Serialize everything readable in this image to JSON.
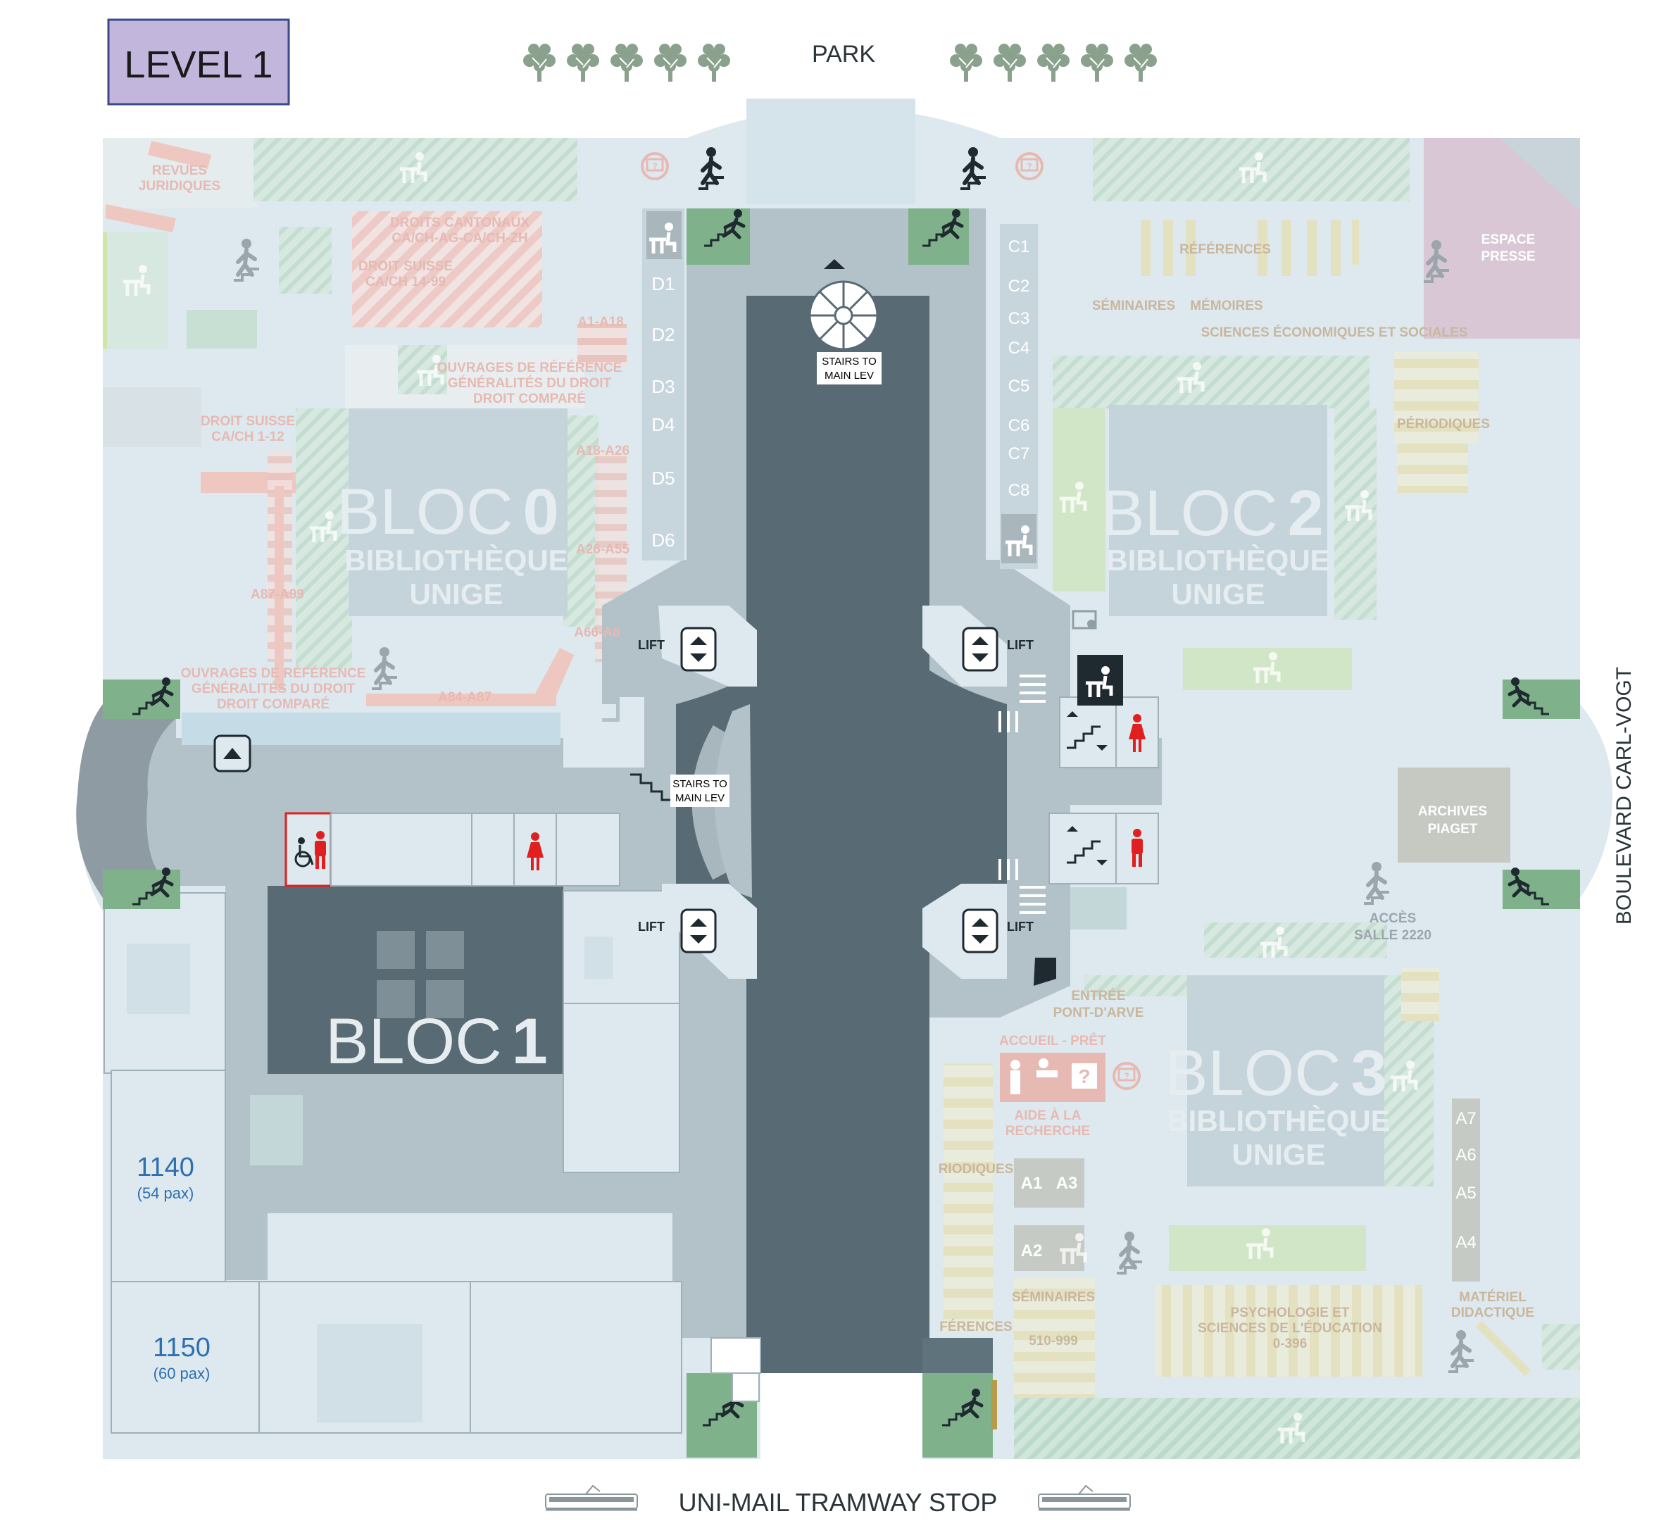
{
  "level_label": "LEVEL 1",
  "colors": {
    "floor_bg": "#dde9ef",
    "corridor": "#aebcc4",
    "dark_block": "#586a73",
    "stair_green": "#7fb28a",
    "restroom_red": "#e02020",
    "level_box": "#c3b6dc",
    "room_number": "#2e6fb0",
    "faded_label": "#e7b9b3"
  },
  "outside": {
    "park": "PARK",
    "tram_stop": "UNI-MAIL TRAMWAY STOP",
    "boulevard": "BOULEVARD  CARL-VOGT"
  },
  "blocs": {
    "bloc0": {
      "name": "BLOC",
      "num": "0",
      "line1": "BIBLIOTHÈQUE",
      "line2": "UNIGE"
    },
    "bloc1": {
      "name": "BLOC",
      "num": "1"
    },
    "bloc2": {
      "name": "BLOC",
      "num": "2",
      "line1": "BIBLIOTHÈQUE",
      "line2": "UNIGE"
    },
    "bloc3": {
      "name": "BLOC",
      "num": "3",
      "line1": "BIBLIOTHÈQUE",
      "line2": "UNIGE"
    }
  },
  "rooms": {
    "r1140": {
      "number": "1140",
      "capacity": "(54 pax)"
    },
    "r1150": {
      "number": "1150",
      "capacity": "(60 pax)"
    }
  },
  "stairs_labels": {
    "top": {
      "line1": "STAIRS TO",
      "line2": "MAIN LEV"
    },
    "middle": {
      "line1": "STAIRS TO",
      "line2": "MAIN LEV"
    }
  },
  "lift_label": "LIFT",
  "left_labels": {
    "revues": [
      "REVUES",
      "JURIDIQUES"
    ],
    "droits_cantonaux": [
      "DROITS CANTONAUX",
      "CA/CH-AG-CA/CH-ZH"
    ],
    "droit_suisse_14": [
      "DROIT SUISSE",
      "CA/CH 14-99"
    ],
    "a1_a18": "A1-A18",
    "ouvrages_top": [
      "OUVRAGES DE RÉFÉRENCE",
      "GÉNÉRALITÉS DU DROIT",
      "DROIT COMPARÉ"
    ],
    "droit_suisse_1": [
      "DROIT SUISSE",
      "CA/CH 1-12"
    ],
    "a18_a26": "A18-A26",
    "a26_a55": "A26-A55",
    "a87_a99": "A87-A99",
    "a66_a8": "A66-A8",
    "ouvrages_bottom": [
      "OUVRAGES DE RÉFÉRENCE",
      "GÉNÉRALITÉS DU DROIT",
      "DROIT COMPARÉ"
    ],
    "a84_a87": "A84-A87"
  },
  "shelves_left": [
    "D1",
    "D2",
    "D3",
    "D4",
    "D5",
    "D6"
  ],
  "shelves_right": [
    "C1",
    "C2",
    "C3",
    "C4",
    "C5",
    "C6",
    "C7",
    "C8"
  ],
  "shelves_bloc3": [
    "A7",
    "A6",
    "A5",
    "A4"
  ],
  "right_labels": {
    "references": "RÉFÉRENCES",
    "seminaires": "SÉMINAIRES",
    "memoires": "MÉMOIRES",
    "sciences_eco": "SCIENCES ÉCONOMIQUES ET SOCIALES",
    "periodiques": "PÉRIODIQUES",
    "espace_presse": [
      "ESPACE",
      "PRESSE"
    ],
    "archives": [
      "ARCHIVES",
      "PIAGET"
    ],
    "acces": [
      "ACCÈS",
      "SALLE 2220"
    ],
    "entree": [
      "ENTRÉE",
      "PONT-D'ARVE"
    ],
    "accueil": "ACCUEIL - PRÊT",
    "aide": [
      "AIDE À LA",
      "RECHERCHE"
    ],
    "periodiques2": "RIODIQUES",
    "references2": "FÉRENCES",
    "seminaires2": "SÉMINAIRES",
    "range_510": "510-999",
    "psycho": [
      "PSYCHOLOGIE ET",
      "SCIENCES DE L'ÉDUCATION",
      "0-396"
    ],
    "materiel": [
      "MATÉRIEL",
      "DIDACTIQUE"
    ],
    "a1": "A1",
    "a3": "A3",
    "a2": "A2"
  }
}
